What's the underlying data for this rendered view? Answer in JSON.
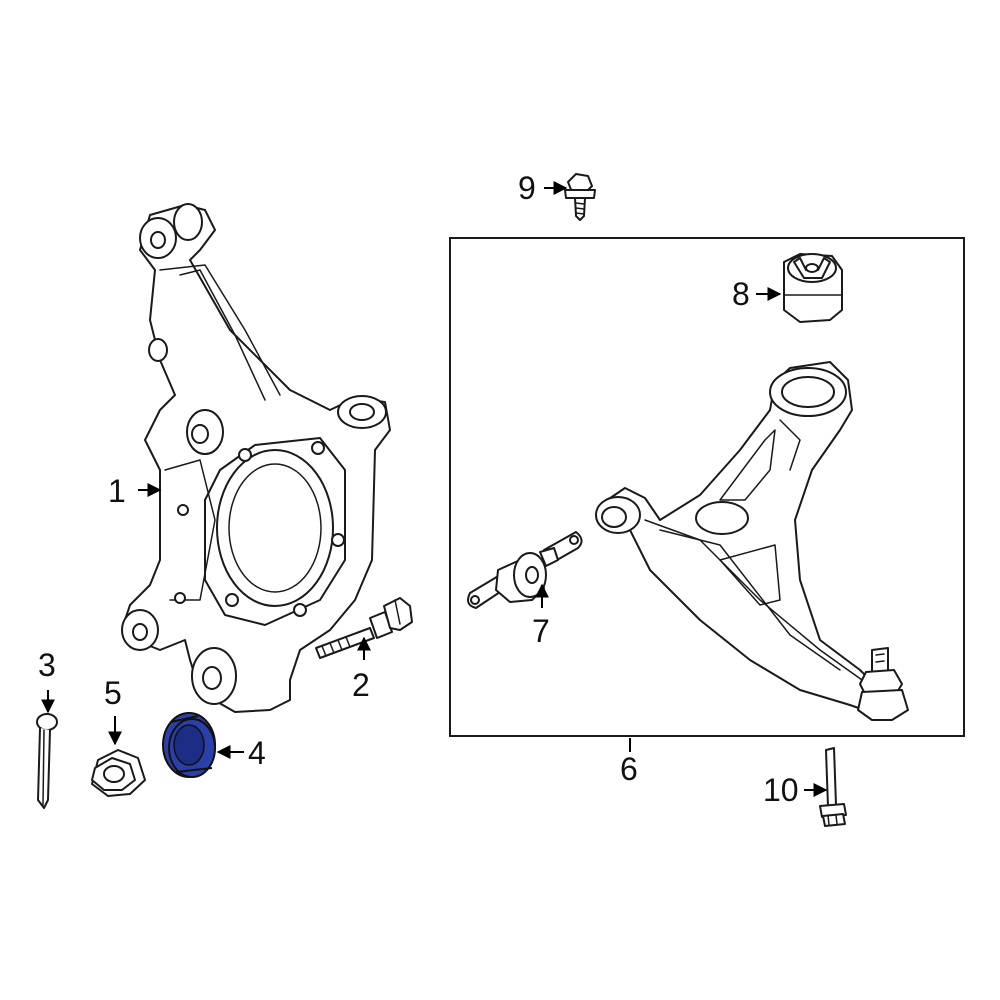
{
  "callouts": [
    {
      "id": "1",
      "label": "1"
    },
    {
      "id": "2",
      "label": "2"
    },
    {
      "id": "3",
      "label": "3"
    },
    {
      "id": "4",
      "label": "4"
    },
    {
      "id": "5",
      "label": "5"
    },
    {
      "id": "6",
      "label": "6"
    },
    {
      "id": "7",
      "label": "7"
    },
    {
      "id": "8",
      "label": "8"
    },
    {
      "id": "9",
      "label": "9"
    },
    {
      "id": "10",
      "label": "10"
    }
  ],
  "colors": {
    "highlight": "#2b3fa8",
    "line": "#1a1a1a",
    "background": "#ffffff"
  }
}
